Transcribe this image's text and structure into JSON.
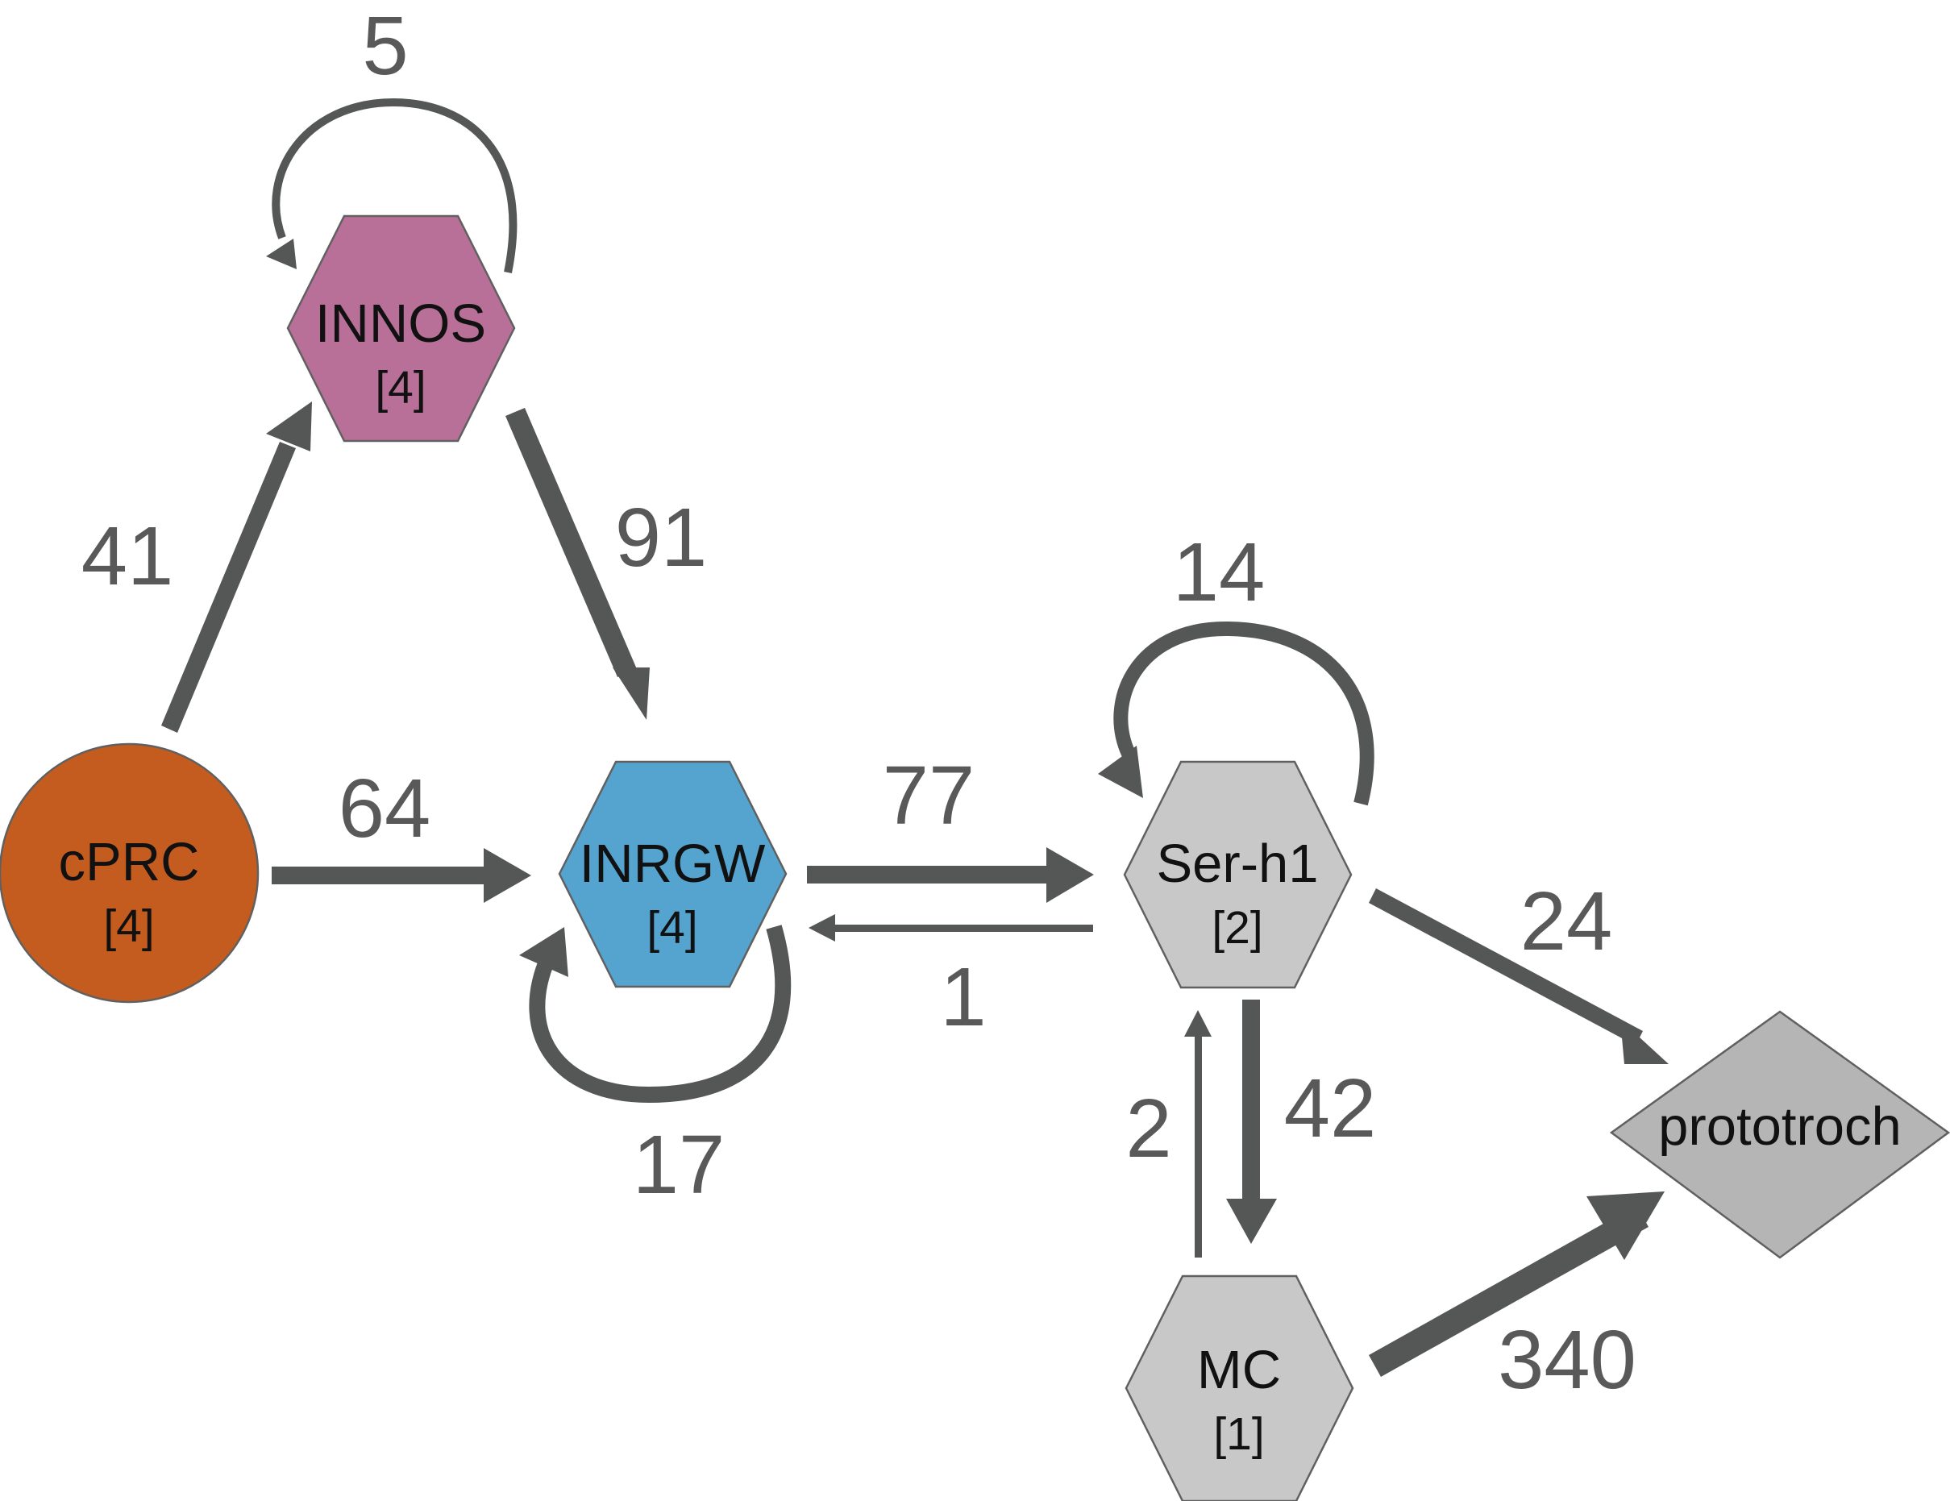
{
  "nodes": {
    "cprc": {
      "name": "cPRC",
      "count": "[4]",
      "fill": "#c45c1f"
    },
    "innos": {
      "name": "INNOS",
      "count": "[4]",
      "fill": "#b87099"
    },
    "inrgw": {
      "name": "INRGW",
      "count": "[4]",
      "fill": "#55a4cf"
    },
    "serh1": {
      "name": "Ser-h1",
      "count": "[2]",
      "fill": "#c8c8c8"
    },
    "mc": {
      "name": "MC",
      "count": "[1]",
      "fill": "#c8c8c8"
    },
    "prototroch": {
      "name": "prototroch",
      "fill": "#b5b5b5"
    }
  },
  "edges": {
    "cprc_innos": {
      "from": "cPRC",
      "to": "INNOS",
      "weight": "41"
    },
    "cprc_inrgw": {
      "from": "cPRC",
      "to": "INRGW",
      "weight": "64"
    },
    "innos_self": {
      "from": "INNOS",
      "to": "INNOS",
      "weight": "5"
    },
    "innos_inrgw": {
      "from": "INNOS",
      "to": "INRGW",
      "weight": "91"
    },
    "inrgw_self": {
      "from": "INRGW",
      "to": "INRGW",
      "weight": "17"
    },
    "inrgw_serh1": {
      "from": "INRGW",
      "to": "Ser-h1",
      "weight": "77"
    },
    "serh1_inrgw": {
      "from": "Ser-h1",
      "to": "INRGW",
      "weight": "1"
    },
    "serh1_self": {
      "from": "Ser-h1",
      "to": "Ser-h1",
      "weight": "14"
    },
    "serh1_prototroch": {
      "from": "Ser-h1",
      "to": "prototroch",
      "weight": "24"
    },
    "serh1_mc": {
      "from": "Ser-h1",
      "to": "MC",
      "weight": "42"
    },
    "mc_serh1": {
      "from": "MC",
      "to": "Ser-h1",
      "weight": "2"
    },
    "mc_prototroch": {
      "from": "MC",
      "to": "prototroch",
      "weight": "340"
    }
  },
  "colors": {
    "edge": "#555656"
  }
}
